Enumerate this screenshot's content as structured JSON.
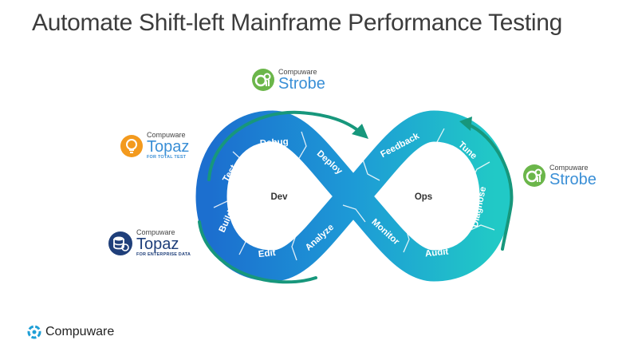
{
  "slide": {
    "title": "Automate Shift-left Mainframe Performance Testing"
  },
  "loop": {
    "left_center_label": "Dev",
    "right_center_label": "Ops",
    "stages": [
      "Build",
      "Test",
      "Debug",
      "Deploy",
      "Feedback",
      "Tune",
      "Diagnose",
      "Audit",
      "Monitor",
      "Analyze",
      "Edit"
    ]
  },
  "logos": {
    "strobe_top": {
      "brand": "Compuware",
      "product": "Strobe"
    },
    "strobe_right": {
      "brand": "Compuware",
      "product": "Strobe"
    },
    "topaz_total_test": {
      "brand": "Compuware",
      "product": "Topaz",
      "subtitle": "FOR TOTAL TEST"
    },
    "topaz_enterprise_data": {
      "brand": "Compuware",
      "product": "Topaz",
      "subtitle": "FOR ENTERPRISE DATA"
    },
    "footer": {
      "name": "Compuware"
    }
  },
  "colors": {
    "blue": "#1f7fd1",
    "teal": "#1fc2c9",
    "arc_green": "#17977c",
    "strobe_green": "#6bb64a",
    "topaz_orange": "#f39a1e",
    "topaz_navy": "#1f3f7a"
  }
}
